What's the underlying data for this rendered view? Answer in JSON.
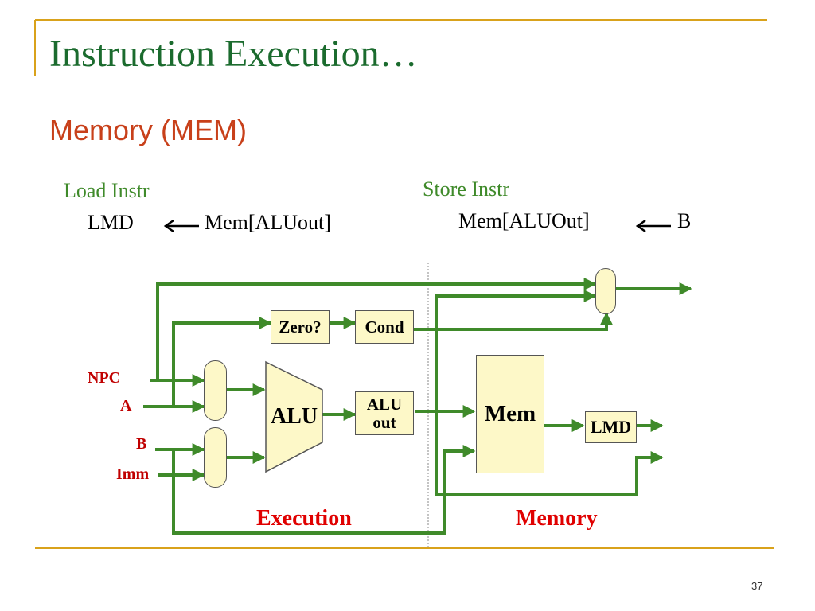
{
  "slide": {
    "title": "Instruction Execution…",
    "subtitle": "Memory (MEM)",
    "page_number": "37"
  },
  "load": {
    "header": "Load Instr",
    "lhs": "LMD",
    "rhs": "Mem[ALUout]"
  },
  "store": {
    "header": "Store Instr",
    "lhs": "Mem[ALUOut]",
    "rhs": "B"
  },
  "diagram": {
    "inputs": {
      "npc": "NPC",
      "a": "A",
      "b": "B",
      "imm": "Imm"
    },
    "blocks": {
      "zero": "Zero?",
      "cond": "Cond",
      "alu": "ALU",
      "aluout_line1": "ALU",
      "aluout_line2": "out",
      "mem": "Mem",
      "lmd": "LMD"
    },
    "sections": {
      "execution": "Execution",
      "memory": "Memory"
    },
    "colors": {
      "wire": "#3f8a2a",
      "block_fill": "#fdf8c8",
      "section_label": "#e00000",
      "rule": "#d9a21b"
    }
  }
}
